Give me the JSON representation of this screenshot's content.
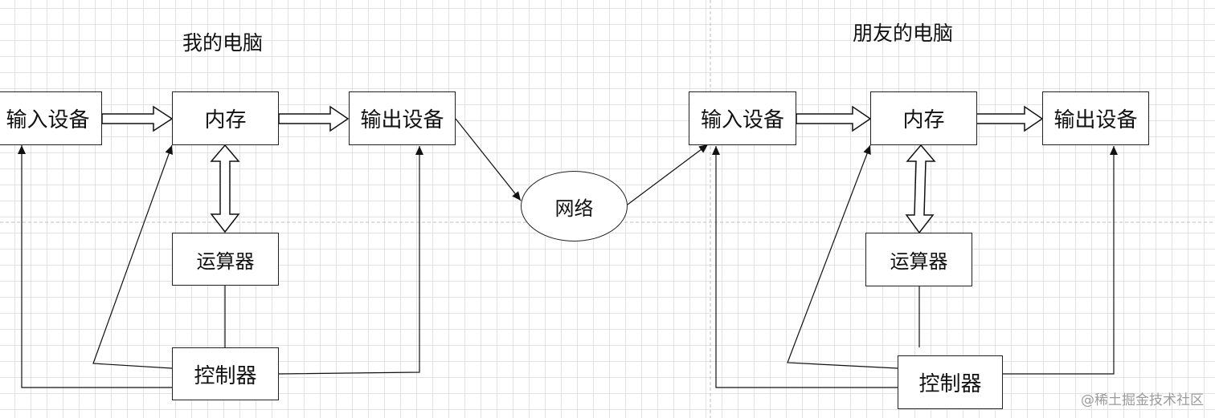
{
  "left_computer": {
    "title": "我的电脑",
    "input_device": "输入设备",
    "memory": "内存",
    "output_device": "输出设备",
    "alu": "运算器",
    "controller": "控制器"
  },
  "network": "网络",
  "right_computer": {
    "title": "朋友的电脑",
    "input_device": "输入设备",
    "memory": "内存",
    "output_device": "输出设备",
    "alu": "运算器",
    "controller": "控制器"
  },
  "watermark": "@稀土掘金技术社区"
}
